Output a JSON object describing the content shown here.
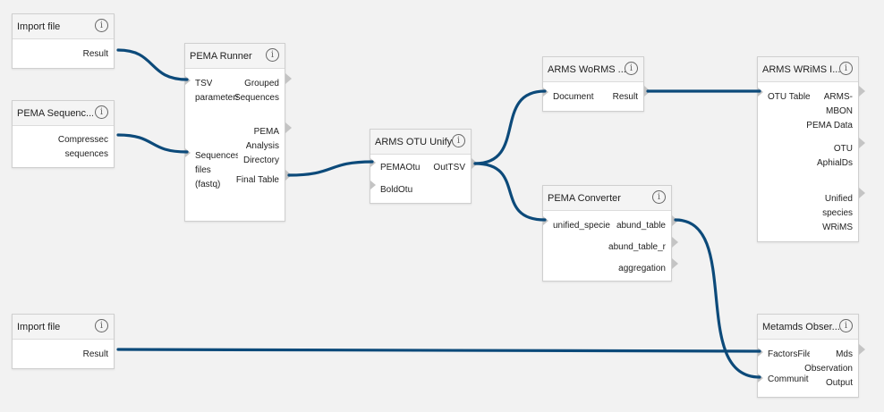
{
  "nodes": {
    "import1": {
      "title": "Import file",
      "outputs": [
        "Result"
      ]
    },
    "pema_seq": {
      "title": "PEMA Sequenc...",
      "outputs": [
        "Compressec",
        "sequences"
      ]
    },
    "pema_runner": {
      "title": "PEMA Runner",
      "inputs": [
        "TSV",
        "parameters",
        "Sequences",
        "files",
        "(fastq)"
      ],
      "outputs": [
        "Grouped",
        "Sequences",
        "PEMA",
        "Analysis",
        "Directory",
        "Final Table"
      ]
    },
    "arms_otu_unify": {
      "title": "ARMS OTU Unify",
      "inputs": [
        "PEMAOtu",
        "BoldOtu"
      ],
      "outputs": [
        "OutTSV"
      ]
    },
    "arms_worms": {
      "title": "ARMS WoRMS ...",
      "inputs": [
        "Document"
      ],
      "outputs": [
        "Result"
      ]
    },
    "pema_converter": {
      "title": "PEMA Converter",
      "inputs": [
        "unified_specie"
      ],
      "outputs": [
        "abund_table",
        "abund_table_r",
        "aggregation"
      ]
    },
    "arms_wrims": {
      "title": "ARMS WRiMS I...",
      "inputs": [
        "OTU Table"
      ],
      "outputs": [
        "ARMS-",
        "MBON",
        "PEMA Data",
        "OTU",
        "AphialDs",
        "Unified",
        "species",
        "WRiMS"
      ]
    },
    "import2": {
      "title": "Import file",
      "outputs": [
        "Result"
      ]
    },
    "metamds": {
      "title": "Metamds Obser...",
      "inputs": [
        "FactorsFile",
        "Communit"
      ],
      "outputs": [
        "Mds",
        "Observation",
        "Output"
      ]
    }
  },
  "icons": {
    "info": "info-icon"
  },
  "colors": {
    "wire": "#0c4a7a",
    "node_bg": "#ffffff",
    "header_bg": "#f4f4f4",
    "canvas_bg": "#f2f2f2"
  }
}
